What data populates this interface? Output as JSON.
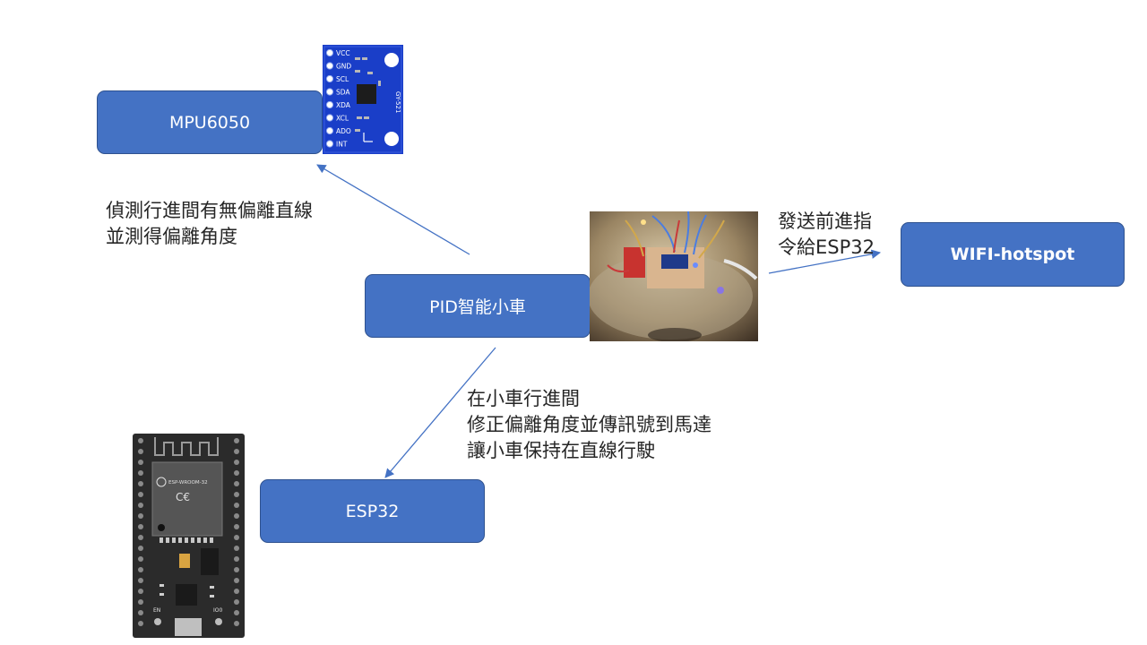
{
  "nodes": {
    "mpu": "MPU6050",
    "car": "PID智能小車",
    "wifi": "WIFI-hotspot",
    "esp": "ESP32"
  },
  "labels": {
    "mpu_edge": [
      "偵測行進間有無偏離直線",
      "並測得偏離角度"
    ],
    "wifi_edge": [
      "發送前進指",
      "令給ESP32"
    ],
    "esp_edge": [
      "在小車行進間",
      "修正偏離角度並傳訊號到馬達",
      "讓小車保持在直線行駛"
    ]
  },
  "mpu_pins": [
    "VCC",
    "GND",
    "SCL",
    "SDA",
    "XDA",
    "XCL",
    "ADO",
    "INT"
  ],
  "mpu_chip_text": "GY-521",
  "esp_board": {
    "module_text": "ESP-WROOM-32",
    "button_left": "EN",
    "button_right": "IO0"
  },
  "colors": {
    "node_fill": "#4472c4",
    "node_border": "#2f528f",
    "arrow": "#4472c4",
    "mpu_board": "#1a3ec8",
    "esp_board": "#2b2b2b"
  }
}
